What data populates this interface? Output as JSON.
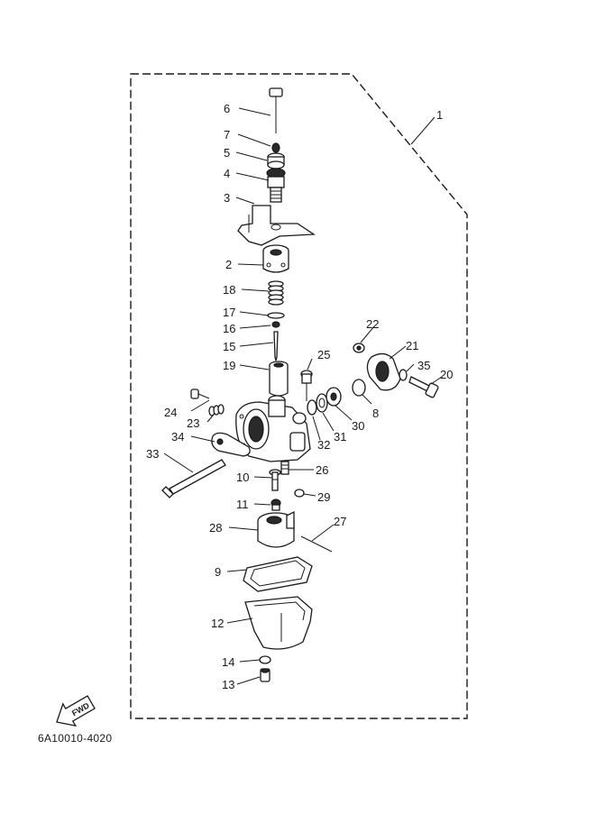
{
  "diagram": {
    "assembly_number": "1",
    "callouts": [
      "2",
      "3",
      "4",
      "5",
      "6",
      "7",
      "8",
      "9",
      "10",
      "11",
      "12",
      "13",
      "14",
      "15",
      "16",
      "17",
      "18",
      "19",
      "20",
      "21",
      "22",
      "23",
      "24",
      "25",
      "26",
      "27",
      "28",
      "29",
      "30",
      "31",
      "32",
      "33",
      "34",
      "35"
    ],
    "fwd_label": "FWD",
    "drawing_code": "6A10010-4020"
  }
}
